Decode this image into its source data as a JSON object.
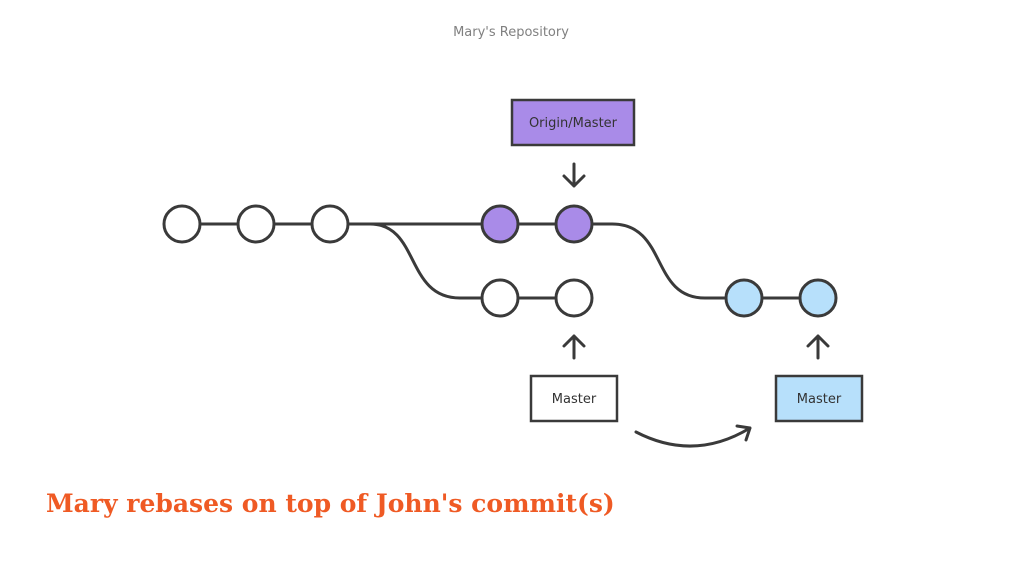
{
  "diagram": {
    "title": "Mary's Repository",
    "labels": {
      "origin_master": "Origin/Master",
      "master_old": "Master",
      "master_new": "Master"
    }
  },
  "caption": "Mary rebases on top of John's commit(s)",
  "colors": {
    "origin_commit_fill": "#a98be8",
    "rebased_commit_fill": "#b7e0fb",
    "plain_commit_fill": "#ffffff",
    "line": "#3a3a3a",
    "caption": "#ef5a24"
  }
}
